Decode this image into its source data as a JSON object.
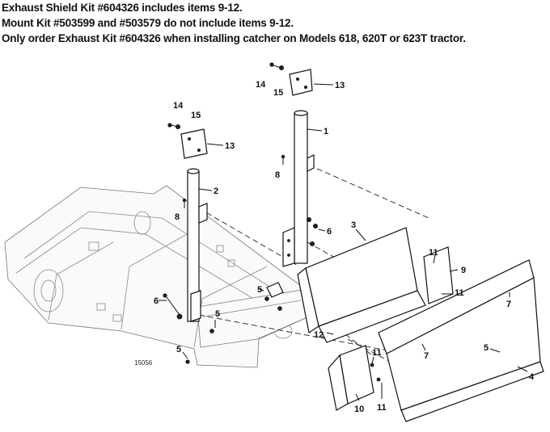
{
  "notes": [
    "Exhaust Shield Kit #604326 includes items 9-12.",
    "Mount Kit #503599 and #503579 do not include items 9-12.",
    "Only order Exhaust Kit #604326 when installing catcher on Models 618, 620T or 623T tractor."
  ],
  "figure_number": "15056",
  "callouts": {
    "c1": "1",
    "c2": "2",
    "c3": "3",
    "c4": "4",
    "c5a": "5",
    "c5b": "5",
    "c5c": "5",
    "c5d": "5",
    "c6a": "6",
    "c6b": "6",
    "c7a": "7",
    "c7b": "7",
    "c8a": "8",
    "c8b": "8",
    "c9": "9",
    "c10": "10",
    "c11a": "11",
    "c11b": "11",
    "c11c": "11",
    "c11d": "11",
    "c12": "12",
    "c13a": "13",
    "c13b": "13",
    "c14a": "14",
    "c14b": "14",
    "c15a": "15",
    "c15b": "15"
  }
}
